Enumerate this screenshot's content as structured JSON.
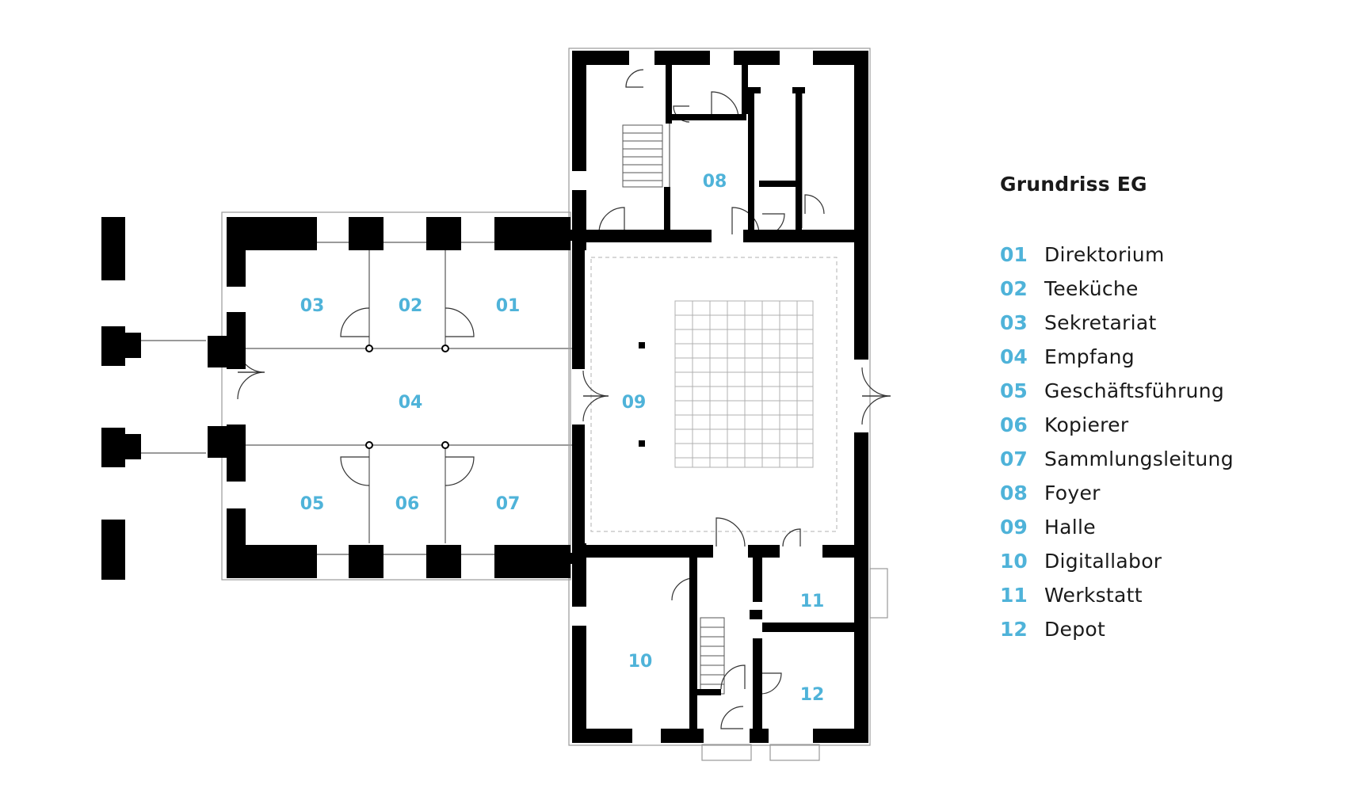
{
  "title": "Grundriss EG",
  "colors": {
    "room_label": "#4fb3d9",
    "wall": "#000000",
    "thin_line": "#9a9a9a",
    "text": "#1a1a1a"
  },
  "rooms": [
    {
      "number": "01",
      "name": "Direktorium"
    },
    {
      "number": "02",
      "name": "Teeküche"
    },
    {
      "number": "03",
      "name": "Sekretariat"
    },
    {
      "number": "04",
      "name": "Empfang"
    },
    {
      "number": "05",
      "name": "Geschäftsführung"
    },
    {
      "number": "06",
      "name": "Kopierer"
    },
    {
      "number": "07",
      "name": "Sammlungsleitung"
    },
    {
      "number": "08",
      "name": "Foyer"
    },
    {
      "number": "09",
      "name": "Halle"
    },
    {
      "number": "10",
      "name": "Digitallabor"
    },
    {
      "number": "11",
      "name": "Werkstatt"
    },
    {
      "number": "12",
      "name": "Depot"
    }
  ]
}
